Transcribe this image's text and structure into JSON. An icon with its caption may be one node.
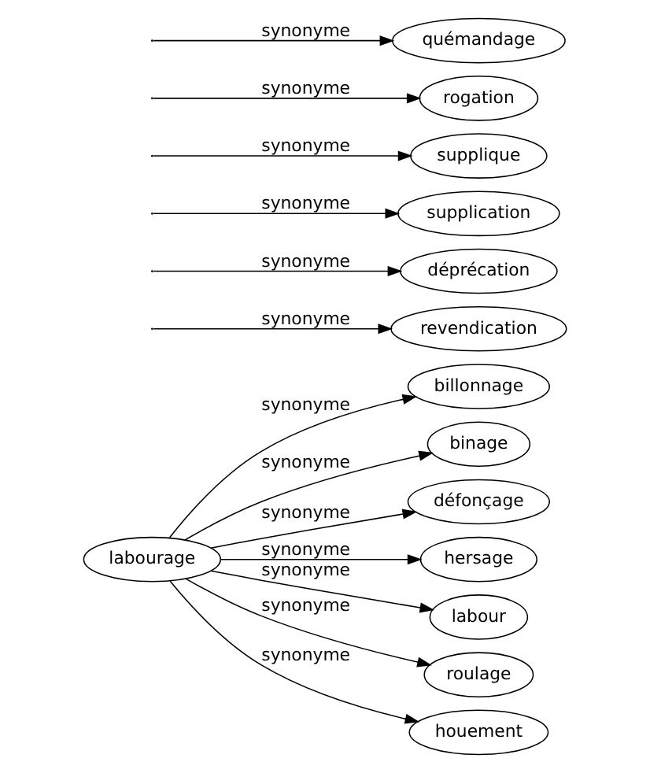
{
  "diagram": {
    "nodes": [
      {
        "text": [
          "labourage"
        ]
      },
      {
        "text": [
          "billonnage"
        ]
      },
      {
        "text": [
          "binage"
        ]
      },
      {
        "text": [
          "revendication"
        ]
      },
      {
        "text": [
          "défonçage"
        ]
      },
      {
        "text": [
          "déprécation"
        ]
      },
      {
        "text": [
          "hersage"
        ]
      },
      {
        "text": [
          "supplication"
        ]
      },
      {
        "text": [
          "labour"
        ]
      },
      {
        "text": [
          "supplique"
        ]
      },
      {
        "text": [
          "roulage"
        ]
      },
      {
        "text": [
          "rogation"
        ]
      },
      {
        "text": [
          "houement"
        ]
      },
      {
        "text": [
          "quémandage"
        ]
      }
    ],
    "edges": [
      {
        "from": 0,
        "to": 1,
        "arrow": "to",
        "label": "synonyme"
      },
      {
        "from": 0,
        "to": 2,
        "arrow": "to",
        "label": "synonyme"
      },
      {
        "from": null,
        "to": 3,
        "arrow": "to",
        "label": "synonyme"
      },
      {
        "from": 0,
        "to": 4,
        "arrow": "to",
        "label": "synonyme"
      },
      {
        "from": null,
        "to": 5,
        "arrow": "to",
        "label": "synonyme"
      },
      {
        "from": 0,
        "to": 6,
        "arrow": "to",
        "label": "synonyme"
      },
      {
        "from": null,
        "to": 7,
        "arrow": "to",
        "label": "synonyme"
      },
      {
        "from": 0,
        "to": 8,
        "arrow": "to",
        "label": "synonyme"
      },
      {
        "from": null,
        "to": 9,
        "arrow": "to",
        "label": "synonyme"
      },
      {
        "from": 0,
        "to": 10,
        "arrow": "to",
        "label": "synonyme"
      },
      {
        "from": null,
        "to": 11,
        "arrow": "to",
        "label": "synonyme"
      },
      {
        "from": 0,
        "to": 12,
        "arrow": "to",
        "label": "synonyme"
      },
      {
        "from": null,
        "to": 13,
        "arrow": "to",
        "label": "synonyme"
      }
    ]
  }
}
